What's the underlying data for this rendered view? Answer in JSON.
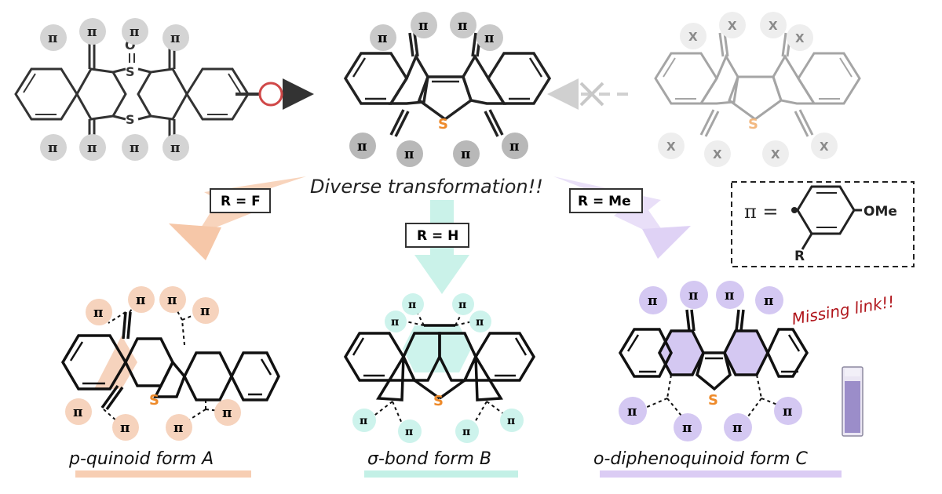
{
  "reagent_labels": {
    "f": "R = F",
    "h": "R = H",
    "me": "R = Me"
  },
  "headline": "Diverse transformation!!",
  "missing_link": "Missing link!!",
  "legend": {
    "pi": "π =",
    "ome": "OMe",
    "r": "R"
  },
  "atoms": {
    "sulfur": "S",
    "oxygen": "O",
    "pi": "π",
    "x": "X"
  },
  "forms": {
    "a": "p-quinoid form A",
    "b": "σ-bond form B",
    "c": "o-diphenoquinoid form C"
  },
  "colors": {
    "form_a": "#f6d3bd",
    "form_b": "#cdf3ec",
    "form_c": "#d4c8f2",
    "sulfur": "#ee8a2a",
    "missing_link": "#b0151b",
    "crossed_out": "#c8c8c8",
    "reaction_circle": "#d04848"
  },
  "icons": [
    "circle-reagent-icon",
    "forbidden-x-icon",
    "cuvette-icon"
  ]
}
